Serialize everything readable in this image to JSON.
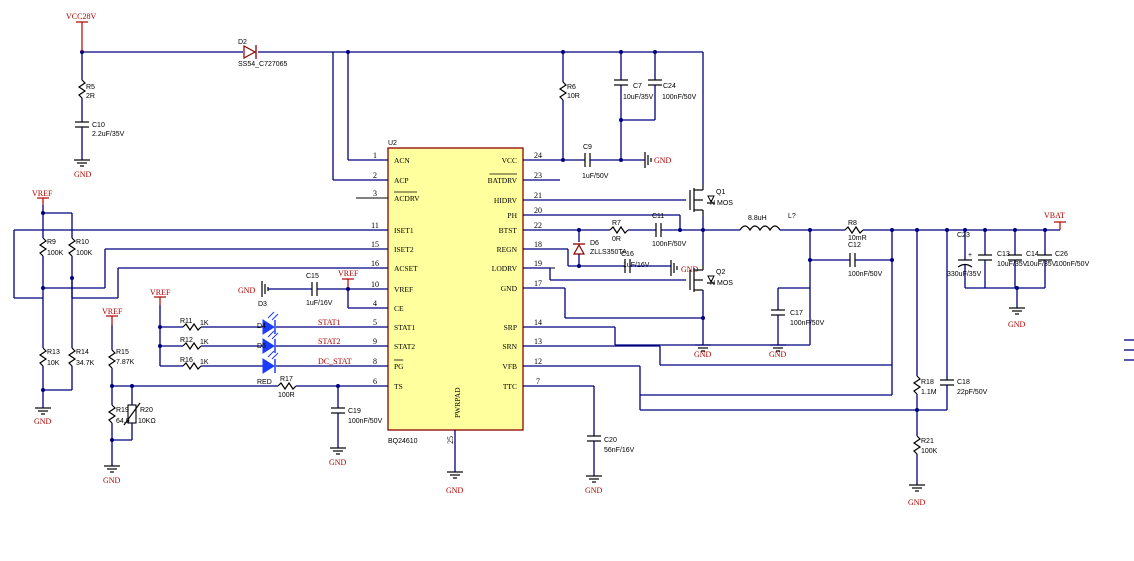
{
  "power": {
    "vcc28v": "VCC28V",
    "vref": "VREF",
    "vbat": "VBAT",
    "gnd": "GND"
  },
  "ic": {
    "ref": "U2",
    "part": "BQ24610",
    "pad": "PWRPAD",
    "pad_num": "25",
    "left_pins": [
      {
        "num": "1",
        "name": "ACN"
      },
      {
        "num": "2",
        "name": "ACP"
      },
      {
        "num": "3",
        "name": "ACDRV"
      },
      {
        "num": "11",
        "name": "ISET1"
      },
      {
        "num": "15",
        "name": "ISET2"
      },
      {
        "num": "16",
        "name": "ACSET"
      },
      {
        "num": "10",
        "name": "VREF"
      },
      {
        "num": "4",
        "name": "CE"
      },
      {
        "num": "5",
        "name": "STAT1"
      },
      {
        "num": "9",
        "name": "STAT2"
      },
      {
        "num": "8",
        "name": "PG"
      },
      {
        "num": "6",
        "name": "TS"
      }
    ],
    "right_pins": [
      {
        "num": "24",
        "name": "VCC"
      },
      {
        "num": "23",
        "name": "BATDRV"
      },
      {
        "num": "21",
        "name": "HIDRV"
      },
      {
        "num": "20",
        "name": "PH"
      },
      {
        "num": "22",
        "name": "BTST"
      },
      {
        "num": "18",
        "name": "REGN"
      },
      {
        "num": "19",
        "name": "LODRV"
      },
      {
        "num": "17",
        "name": "GND"
      },
      {
        "num": "14",
        "name": "SRP"
      },
      {
        "num": "13",
        "name": "SRN"
      },
      {
        "num": "12",
        "name": "VFB"
      },
      {
        "num": "7",
        "name": "TTC"
      }
    ]
  },
  "components": {
    "d2": {
      "ref": "D2",
      "value": "SS54_C727065"
    },
    "r5": {
      "ref": "R5",
      "value": "2R"
    },
    "c10": {
      "ref": "C10",
      "value": "2.2uF/35V"
    },
    "r6": {
      "ref": "R6",
      "value": "10R"
    },
    "c7": {
      "ref": "C7",
      "value": "10uF/35V"
    },
    "c24": {
      "ref": "C24",
      "value": "100nF/50V"
    },
    "c9": {
      "ref": "C9",
      "value": "1uF/50V"
    },
    "q1": {
      "ref": "Q1",
      "value": "N MOS"
    },
    "q2": {
      "ref": "Q2",
      "value": "N MOS"
    },
    "r7": {
      "ref": "R7",
      "value": "0R"
    },
    "c11": {
      "ref": "C11",
      "value": "100nF/50V"
    },
    "d6": {
      "ref": "D6",
      "value": "ZLLS350TA"
    },
    "c16": {
      "ref": "C16",
      "value": "1uF/16V"
    },
    "l": {
      "ref": "L?",
      "value": "8.8uH"
    },
    "r8": {
      "ref": "R8",
      "value": "10mR"
    },
    "c12": {
      "ref": "C12",
      "value": "100nF/50V"
    },
    "c17": {
      "ref": "C17",
      "value": "100nF/50V"
    },
    "c23": {
      "ref": "C23",
      "value": "330uF/35V"
    },
    "c13": {
      "ref": "C13",
      "value": "10uF/35V"
    },
    "c14": {
      "ref": "C14",
      "value": "10uF/35V"
    },
    "c26": {
      "ref": "C26",
      "value": "100nF/50V"
    },
    "r9": {
      "ref": "R9",
      "value": "100K"
    },
    "r10": {
      "ref": "R10",
      "value": "100K"
    },
    "r13": {
      "ref": "R13",
      "value": "10K"
    },
    "r14": {
      "ref": "R14",
      "value": "34.7K"
    },
    "c15": {
      "ref": "C15",
      "value": "1uF/16V"
    },
    "r11": {
      "ref": "R11",
      "value": "1K"
    },
    "r12": {
      "ref": "R12",
      "value": "1K"
    },
    "r16": {
      "ref": "R16",
      "value": "1K"
    },
    "d3": {
      "ref": "D3"
    },
    "d4": {
      "ref": "D4"
    },
    "d5": {
      "ref": "D5"
    },
    "led_red": {
      "value": "RED"
    },
    "r17": {
      "ref": "R17",
      "value": "100R"
    },
    "r15": {
      "ref": "R15",
      "value": "7.87K"
    },
    "r19": {
      "ref": "R19",
      "value": "64.9"
    },
    "r20": {
      "ref": "R20",
      "value": "10KΩ"
    },
    "c19": {
      "ref": "C19",
      "value": "100nF/50V"
    },
    "c20": {
      "ref": "C20",
      "value": "56nF/16V"
    },
    "r18": {
      "ref": "R18",
      "value": "1.1M"
    },
    "c18": {
      "ref": "C18",
      "value": "22pF/50V"
    },
    "r21": {
      "ref": "R21",
      "value": "100K"
    }
  },
  "nets": {
    "stat1": "STAT1",
    "stat2": "STAT2",
    "dc_stat": "DC_STAT"
  },
  "colors": {
    "wire": "#000080",
    "ic_fill": "#ffff9e",
    "ic_border": "#8b0000",
    "net_label": "#b00000"
  }
}
